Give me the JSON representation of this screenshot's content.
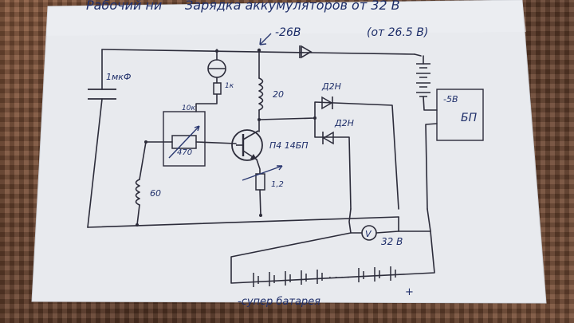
{
  "diagram": {
    "title_left": "Рабочий ни",
    "title_main": "Зарядка аккумуляторов от 32 В",
    "voltage_top": "-26В",
    "range_note": "(от 26.5 В)",
    "cap_label": "1мкФ",
    "coil_top_label": "20",
    "coil_left_label": "60",
    "res_top_label": "1к",
    "pot_top_label": "10к",
    "pot_label": "470",
    "transistor_label": "П4 14БП",
    "diode1_label": "Д2Н",
    "diode2_label": "Д2Н",
    "emitter_res_label": "1,2",
    "psu_label": "БП",
    "psu_voltage": "-5В",
    "voltmeter_label": "V",
    "voltage_32": "32 В",
    "battery_label": "-супер батарея",
    "plus_sign": "+"
  },
  "colors": {
    "paper": "#e9ebef",
    "ink": "#2a3870",
    "wire": "#2c2c3a"
  }
}
